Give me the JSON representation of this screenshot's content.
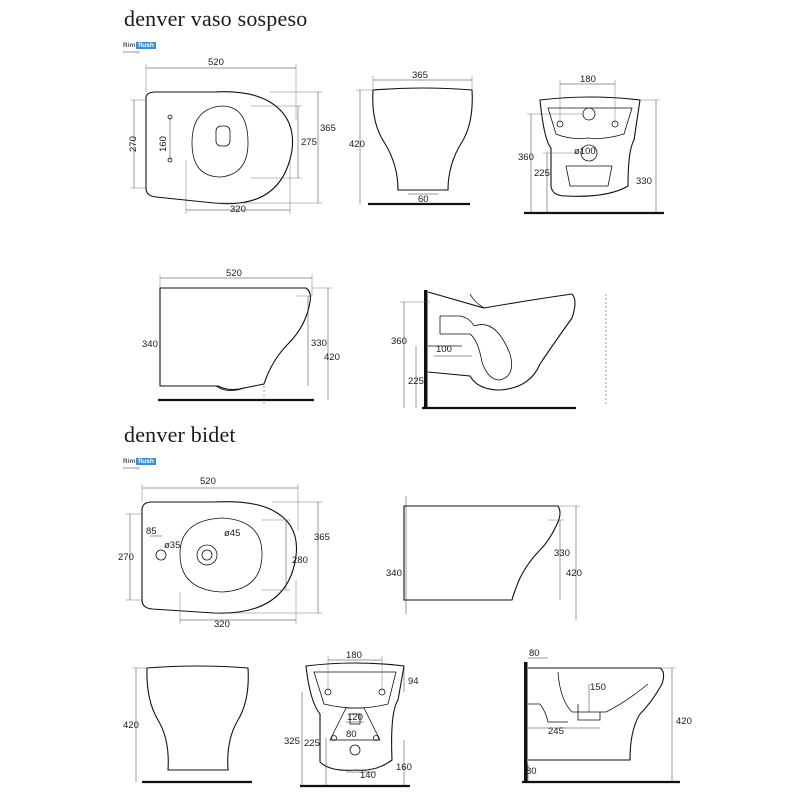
{
  "sections": {
    "vaso": {
      "title": "denver vaso sospeso",
      "logo": {
        "part1": "Rim",
        "part2": "flush",
        "tagline": "technology"
      }
    },
    "bidet": {
      "title": "denver bidet",
      "logo": {
        "part1": "Rim",
        "part2": "flush",
        "tagline": "technology"
      }
    }
  },
  "dims": {
    "vaso_top": {
      "width": "520",
      "height_left": "270",
      "holes": "160",
      "inner_depth": "275",
      "depth": "365",
      "holes_to_front": "320"
    },
    "vaso_front": {
      "width": "365",
      "height": "420",
      "base": "60"
    },
    "vaso_back": {
      "holes_spacing": "180",
      "outlet_height": "360",
      "inlet_height": "225",
      "outlet_diameter": "ø100",
      "total_height": "330"
    },
    "vaso_side": {
      "length": "520",
      "height_back": "340",
      "height_front": "330",
      "total": "420"
    },
    "vaso_section": {
      "outlet": "360",
      "inlet_offset": "100",
      "inlet": "225"
    },
    "bidet_top": {
      "width": "520",
      "height_left": "270",
      "tap_offset": "85",
      "hole_small": "ø35",
      "hole_large": "ø45",
      "inner_depth": "280",
      "depth": "365",
      "to_front": "320"
    },
    "bidet_side": {
      "height_back": "340",
      "height_front": "330",
      "total": "420"
    },
    "bidet_front": {
      "height": "420"
    },
    "bidet_back": {
      "holes_spacing": "180",
      "top_offset": "94",
      "inner": "120",
      "lower": "80",
      "height_left": "325",
      "height_mid": "225",
      "bottom_width": "140",
      "bottom_height": "160"
    },
    "bidet_section": {
      "top": "80",
      "drain": "150",
      "depth": "245",
      "total": "420",
      "bottom": "80"
    }
  }
}
